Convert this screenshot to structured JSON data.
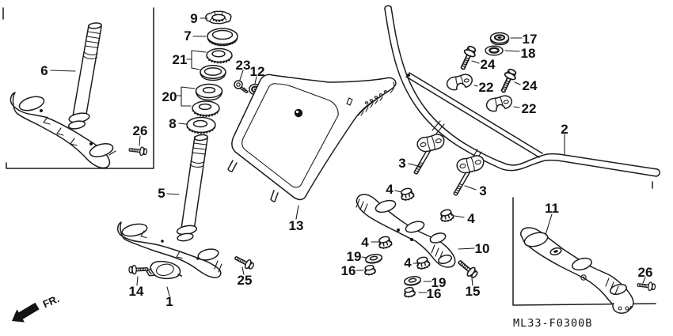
{
  "diagram": {
    "code": "ML33-F0300B",
    "fr_label": "FR.",
    "line_color": "#1c1c1c",
    "background": "#ffffff"
  },
  "callouts": {
    "c1": "1",
    "c2": "2",
    "c3a": "3",
    "c3b": "3",
    "c4a": "4",
    "c4b": "4",
    "c4c": "4",
    "c4d": "4",
    "c5": "5",
    "c6": "6",
    "c7": "7",
    "c8": "8",
    "c9": "9",
    "c10": "10",
    "c11": "11",
    "c12": "12",
    "c13": "13",
    "c14": "14",
    "c15": "15",
    "c16a": "16",
    "c16b": "16",
    "c17": "17",
    "c18": "18",
    "c19a": "19",
    "c19b": "19",
    "c20": "20",
    "c21": "21",
    "c22a": "22",
    "c22b": "22",
    "c23": "23",
    "c24a": "24",
    "c24b": "24",
    "c25": "25",
    "c26a": "26",
    "c26b": "26"
  }
}
